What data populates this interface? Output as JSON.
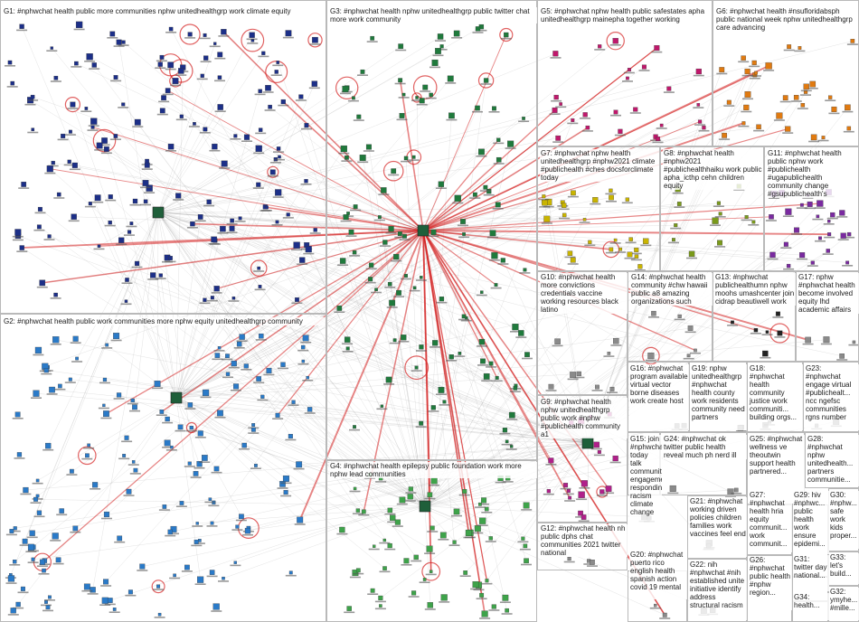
{
  "graph": {
    "groups": [
      {
        "id": "G1",
        "label": "G1: #nphwchat health public more communities nphw unitedhealthgrp work climate equity",
        "color": "#1c2f88"
      },
      {
        "id": "G2",
        "label": "G2: #nphwchat health public work communities more nphw equity unitedhealthgrp community",
        "color": "#2a7ac8"
      },
      {
        "id": "G3",
        "label": "G3: #nphwchat health nphw unitedhealthgrp public twitter chat more work community",
        "color": "#1f7a3c"
      },
      {
        "id": "G4",
        "label": "G4: #nphwchat health epilepsy public foundation work more nphw lead communities",
        "color": "#3ea34a"
      },
      {
        "id": "G5",
        "label": "G5: #nphwchat nphw health public safestates apha unitedhealthgrp mainepha together working",
        "color": "#c0186c"
      },
      {
        "id": "G6",
        "label": "G6: #nphwchat health #nsufloridabsph public national week nphw unitedhealthgrp care advancing",
        "color": "#e07a10"
      },
      {
        "id": "G7",
        "label": "G7: #nphwchat nphw health unitedhealthgrp #nphw2021 climate #publichealth #ches docsforclimate today",
        "color": "#c9b400"
      },
      {
        "id": "G8",
        "label": "G8: #nphwchat health #nphw2021 #publichealthhaiku work public apha_icthp cehn children equity",
        "color": "#7a9a1a"
      },
      {
        "id": "G9",
        "label": "G9: #nphwchat health nphw unitedhealthgrp public work #nphw #publichealth community a1",
        "color": "#b0208a"
      },
      {
        "id": "G10",
        "label": "G10: #nphwchat health more convictions credentials vaccine working resources black latino",
        "color": "#8a8a8a"
      },
      {
        "id": "G11",
        "label": "G11: #nphwchat health public nphw work #publichealth #ugapublichealth community change #gsupublichealth's",
        "color": "#7a2aa0"
      },
      {
        "id": "G12",
        "label": "G12: #nphwchat health nh public dphs chat communities 2021 twitter national",
        "color": "#8a8a8a"
      },
      {
        "id": "G13",
        "label": "G13: #nphwchat publichealthumn nphw moohs umashcenter join cidrap beautiwell work",
        "color": "#222222"
      },
      {
        "id": "G14",
        "label": "G14: #nphwchat health community #chw hawaii public a8 amazing organizations such",
        "color": "#8a8a8a"
      },
      {
        "id": "G15",
        "label": "G15: join #nphwchat today talk community engagement responding racism climate change",
        "color": "#8a8a8a"
      },
      {
        "id": "G16",
        "label": "G16: #nphwchat program available virtual vector borne diseases work create host",
        "color": "#8a8a8a"
      },
      {
        "id": "G17",
        "label": "G17: nphw #nphwchat health become involved equity lhd academic affairs",
        "color": "#8a8a8a"
      },
      {
        "id": "G18",
        "label": "G18: #nphwchat health community justice work communiti... building orgs...",
        "color": "#8a8a8a"
      },
      {
        "id": "G19",
        "label": "G19: nphw unitedhealthgrp #nphwchat health county work residents community need partners",
        "color": "#8a8a8a"
      },
      {
        "id": "G20",
        "label": "G20: #nphwchat puerto rico english health spanish action covid 19 mental",
        "color": "#8a8a8a"
      },
      {
        "id": "G21",
        "label": "G21: #nphwchat working driven policies children families work vaccines feel end",
        "color": "#8a8a8a"
      },
      {
        "id": "G22",
        "label": "G22: nih #nphwchat #nih established unite initiative identify address structural racism",
        "color": "#8a8a8a"
      },
      {
        "id": "G23",
        "label": "G23: #nphwchat engage virtual #publichealt... ncc ngefsc communities rgns number",
        "color": "#8a8a8a"
      },
      {
        "id": "G24",
        "label": "G24: #nphwchat ok twitter public health reveal much ph nerd ill",
        "color": "#8a8a8a"
      },
      {
        "id": "G25",
        "label": "G25: #nphwchat wellness ve theoutwin support health partnered...",
        "color": "#8a8a8a"
      },
      {
        "id": "G26",
        "label": "G26: #nphwchat public health #nphw region...",
        "color": "#8a8a8a"
      },
      {
        "id": "G27",
        "label": "G27: #nphwchat health hria equity communit... work communit...",
        "color": "#8a8a8a"
      },
      {
        "id": "G28",
        "label": "G28: #nphwchat nphw unitedhealth... partners communitie...",
        "color": "#8a8a8a"
      },
      {
        "id": "G29",
        "label": "G29: hiv #nphwc... public health work ensure epidemi...",
        "color": "#8a8a8a"
      },
      {
        "id": "G30",
        "label": "G30: #nphw... safe work kids proper...",
        "color": "#8a8a8a"
      },
      {
        "id": "G31",
        "label": "G31: twitter day national...",
        "color": "#8a8a8a"
      },
      {
        "id": "G32",
        "label": "G32: ymyhe... #mille...",
        "color": "#8a8a8a"
      },
      {
        "id": "G33",
        "label": "G33: let's build...",
        "color": "#8a8a8a"
      },
      {
        "id": "G34",
        "label": "G34: health...",
        "color": "#8a8a8a"
      }
    ]
  }
}
